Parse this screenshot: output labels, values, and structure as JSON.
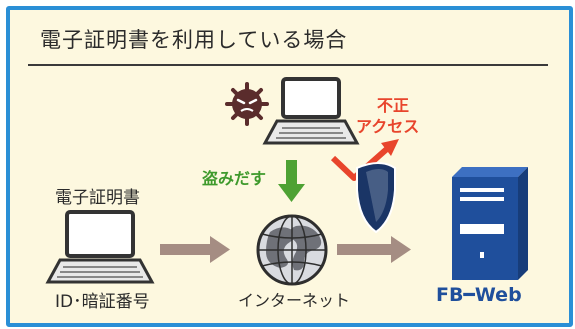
{
  "title": "電子証明書を利用している場合",
  "labels": {
    "steal": "盗みだす",
    "unauthorized_line1": "不正",
    "unauthorized_line2": "アクセス",
    "certificate": "電子証明書",
    "credentials": "ID･暗証番号",
    "internet": "インターネット",
    "server": "FB━Web"
  },
  "colors": {
    "frame_border": "#2a8fd6",
    "background": "#fdf8df",
    "steal_text": "#3f9a2c",
    "steal_arrow": "#4ea233",
    "attack_text": "#e8452c",
    "attack_arrow": "#e8452c",
    "flow_arrow": "#a58d83",
    "server_blue": "#1f4f9c",
    "shield_navy": "#1a3566",
    "virus": "#5a2c2c"
  },
  "icons": [
    "virus-icon",
    "laptop-icon",
    "globe-icon",
    "shield-icon",
    "server-icon"
  ]
}
